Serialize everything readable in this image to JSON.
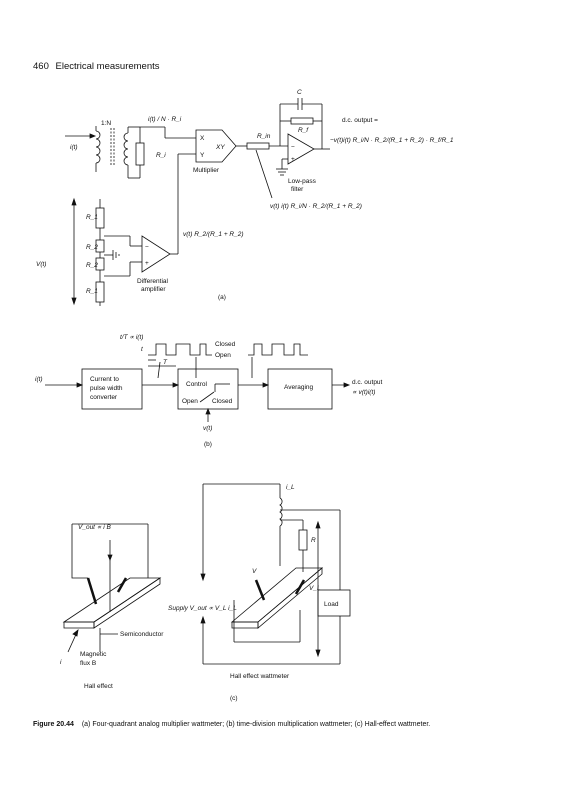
{
  "header": {
    "page_number": "460",
    "title": "Electrical measurements"
  },
  "diagram_a": {
    "input_current": "i(t)",
    "ratio": "1:N",
    "ct_output": "i(t) / N · R_i",
    "shunt": "R_i",
    "mult_x": "X",
    "mult_y": "Y",
    "mult_out": "XY",
    "multiplier": "Multiplier",
    "cap": "C",
    "r_in": "R_in",
    "r_f": "R_f",
    "dc_output": "d.c. output =",
    "dc_formula": "−v(t)i(t) R_i/N · R_2/(R_1 + R_2) · R_f/R_1",
    "lpf_1": "Low-pass",
    "lpf_2": "filter",
    "mult_product": "v(t) i(t) R_i/N · R_2/(R_1 + R_2)",
    "diff_out": "v(t) R_2/(R_1 + R_2)",
    "voltage": "V(t)",
    "r1": "R_1",
    "r2": "R_2",
    "diff_1": "Differential",
    "diff_2": "amplifier",
    "label": "(a)"
  },
  "diagram_b": {
    "ratio": "t/T ∝ i(t)",
    "t_small": "t",
    "t_big": "T",
    "closed": "Closed",
    "open": "Open",
    "input": "i(t)",
    "box1": [
      "Current to",
      "pulse width",
      "converter"
    ],
    "control": "Control",
    "sw_open": "Open",
    "sw_closed": "Closed",
    "averaging": "Averaging",
    "out1": "d.c. output",
    "out2": "∝ v(t)i(t)",
    "voltage": "v(t)",
    "label": "(b)"
  },
  "diagram_c": {
    "vout_left": "V_out ∝ i B",
    "semiconductor": "Semiconductor",
    "current": "i",
    "flux1": "Magnetic",
    "flux2": "flux B",
    "hall": "Hall effect",
    "i_l": "i_L",
    "r": "R",
    "v": "V",
    "v_l": "V_L",
    "supply": "Supply V_out ∝ V_L i_L",
    "load": "Load",
    "wattmeter": "Hall effect wattmeter",
    "label": "(c)"
  },
  "caption": {
    "figure": "Figure 20.44",
    "text": "(a) Four-quadrant analog multiplier wattmeter; (b) time-division multiplication wattmeter; (c) Hall-effect wattmeter."
  }
}
